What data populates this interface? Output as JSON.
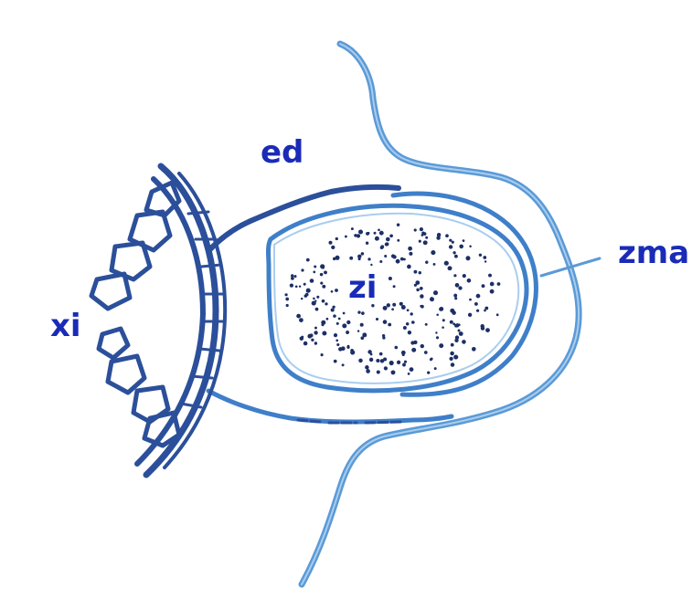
{
  "labels": {
    "ed": "ed",
    "xi": "xi",
    "zi": "zi",
    "zma": "zma"
  },
  "colors": {
    "label": "#1a2bb8",
    "outer_line": "#5b9ad6",
    "inner_line": "#3f7fc9",
    "dark_line": "#2b4f9a",
    "dots": "#1c2f66",
    "background": "#ffffff"
  }
}
